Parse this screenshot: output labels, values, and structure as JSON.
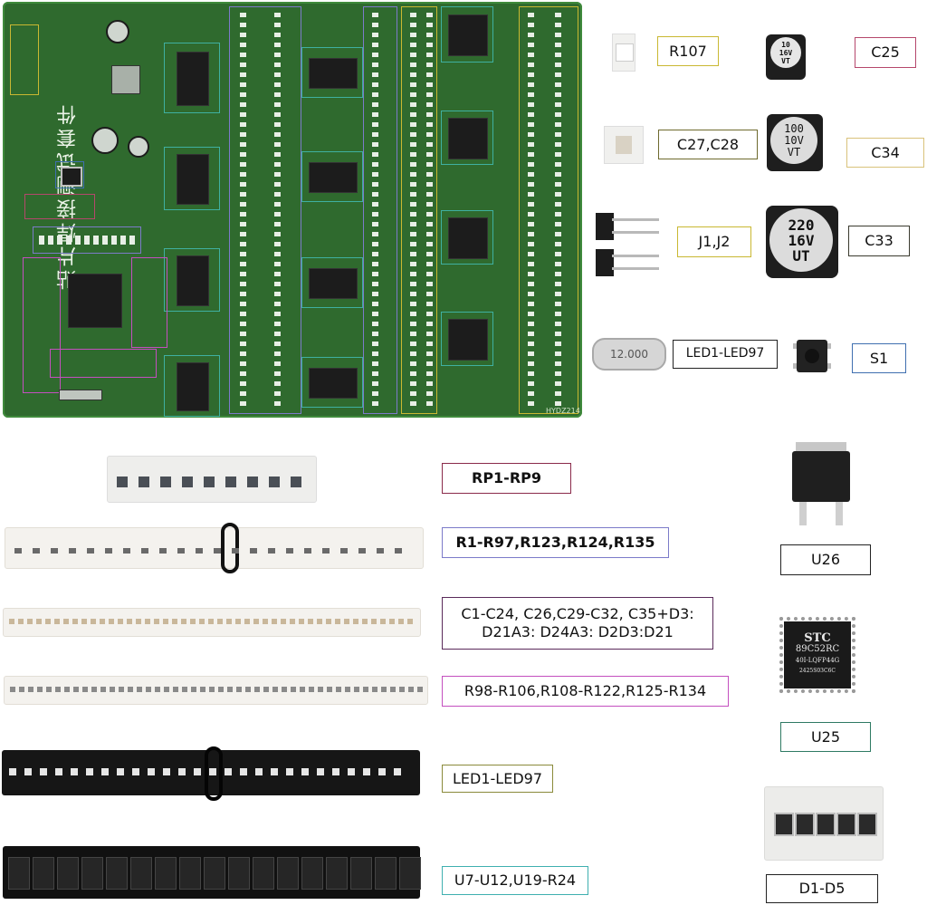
{
  "board": {
    "title": "贴片焊接测试套件",
    "version_mark": "HYDZ214"
  },
  "labels": {
    "r107": "R107",
    "c25": "C25",
    "c27_c28": "C27,C28",
    "c34": "C34",
    "j1_j2": "J1,J2",
    "c33": "C33",
    "led1_led97_top": "LED1-LED97",
    "s1": "S1",
    "rp1_rp9": "RP1-RP9",
    "r1_r97": "R1-R97,R123,R124,R135",
    "caps_diodes": "C1-C24, C26,C29-C32, C35+D3:\nD21A3: D24A3: D2D3:D21",
    "r98_r134": "R98-R106,R108-R122,R125-R134",
    "led1_led97_bottom": "LED1-LED97",
    "u7_u24": "U7-U12,U19-R24",
    "u26": "U26",
    "u25": "U25",
    "d1_d5": "D1-D5"
  },
  "component_markings": {
    "c25_cap": [
      "10",
      "16V",
      "VT"
    ],
    "c34_cap": [
      "100",
      "10V",
      "VT"
    ],
    "c33_cap": [
      "220",
      "16V",
      "UT"
    ],
    "crystal": "12.000",
    "u25_chip": [
      "STC",
      "89C52RC",
      "40I-LQFP44G",
      "2425S03C6C"
    ]
  },
  "colors": {
    "pcb_green": "#2f6a2e",
    "r107_border": "#c9b832",
    "c25_border": "#b5476c",
    "c27_border": "#6e6a2e",
    "c34_border": "#d9c27a",
    "j1_border": "#c9b832",
    "c33_border": "#3a3a2e",
    "led_top_border": "#222222",
    "s1_border": "#3f6fb0",
    "rp_border": "#8a2a4a",
    "r1_border": "#7c7bc9",
    "caps_border": "#5a2a5a",
    "r98_border": "#c44fbf",
    "led_bottom_border": "#8a8a3a",
    "u7_border": "#3fb0b0",
    "u26_border": "#222222",
    "u25_border": "#2e7a63",
    "d1_border": "#222222"
  }
}
